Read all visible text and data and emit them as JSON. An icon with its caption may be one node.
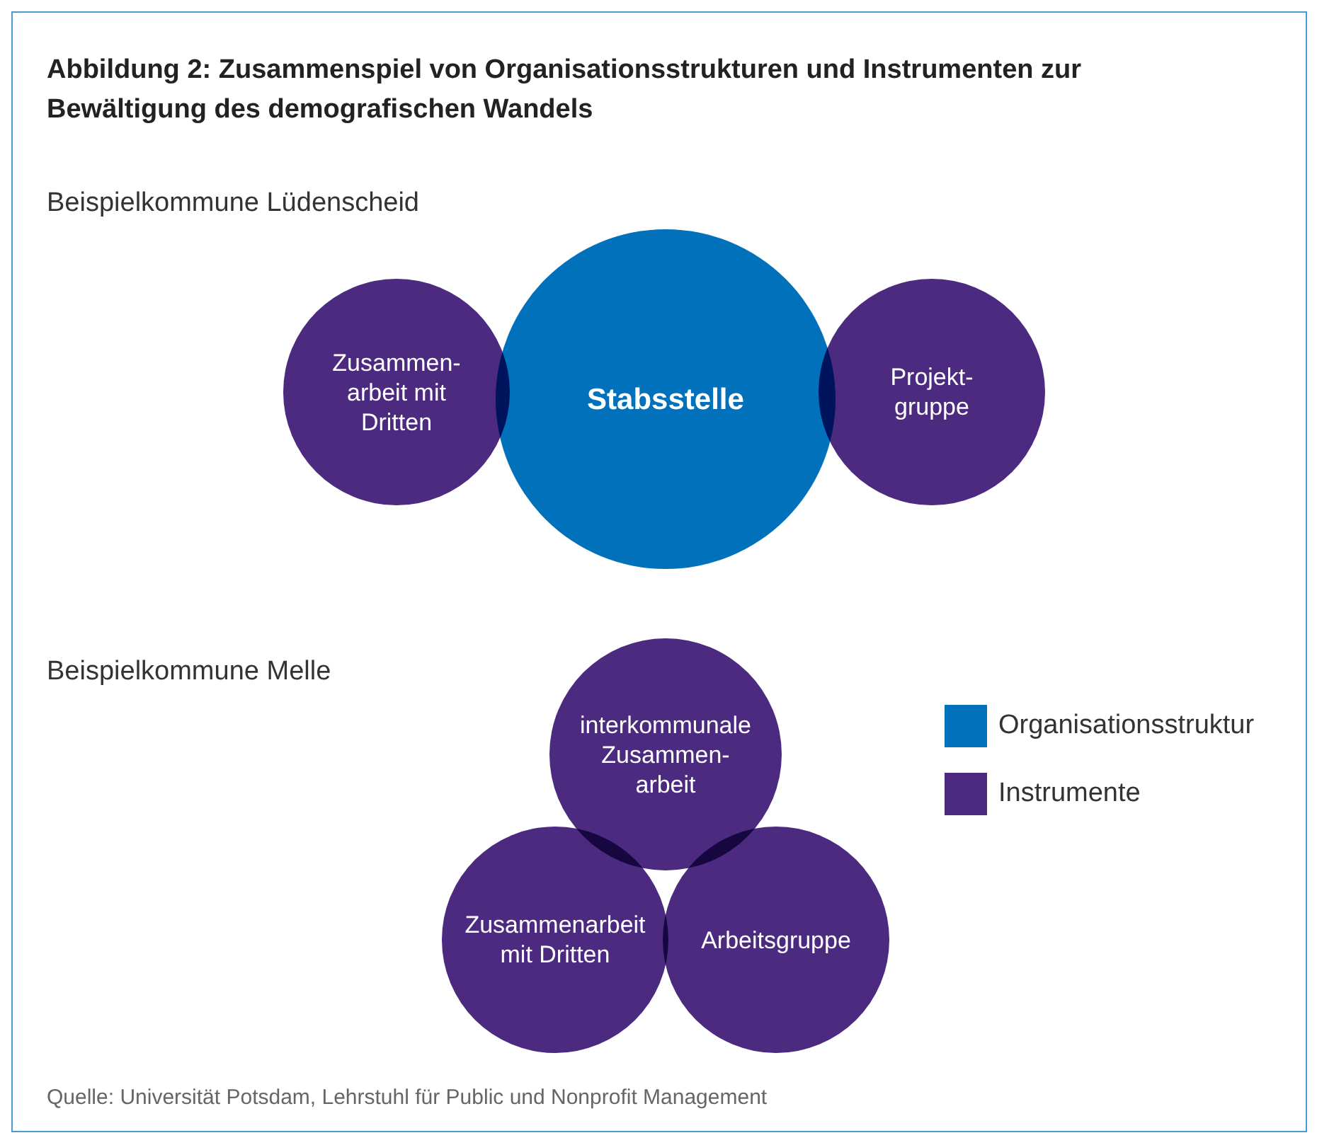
{
  "diagram": {
    "title": "Abbildung 2: Zusammenspiel von Organisationsstrukturen und Instrumenten zur Bewältigung des demografischen Wandels",
    "caption": "Quelle: Universität Potsdam, Lehrstuhl für Public und Nonprofit Management",
    "nodes": [
      {
        "text": [
          "Zusammen- arbeit mit Dritten"
        ]
      },
      {
        "text": [
          "Stabsstelle"
        ]
      },
      {
        "text": [
          "Projekt- gruppe"
        ]
      },
      {
        "text": [
          "interkommunale Zusammen- arbeit"
        ]
      },
      {
        "text": [
          "Zusammenarbeit mit Dritten"
        ]
      },
      {
        "text": [
          "Arbeitsgruppe"
        ]
      }
    ],
    "labels": [
      "Beispielkommune Lüdenscheid",
      "Beispielkommune Melle"
    ],
    "legend": [
      {
        "text": "Organisationsstruktur",
        "color": "#0071ba"
      },
      {
        "text": "Instrumente",
        "color": "#4b2a80"
      }
    ]
  }
}
